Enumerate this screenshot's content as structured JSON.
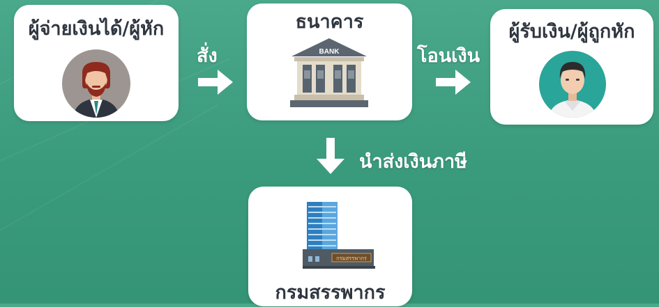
{
  "payer": {
    "title": "ผู้จ่ายเงินได้/ผู้หัก",
    "icon": "businessman-avatar-icon"
  },
  "bank": {
    "title": "ธนาคาร",
    "icon": "bank-building-icon",
    "sign": "BANK"
  },
  "payee": {
    "title": "ผู้รับเงิน/ผู้ถูกหัก",
    "icon": "man-avatar-icon"
  },
  "revenue": {
    "title": "กรมสรรพากร",
    "icon": "revenue-department-building-icon",
    "sign": "กรมสรรพากร"
  },
  "flows": {
    "order": "สั่ง",
    "transfer": "โอนเงิน",
    "remit_tax": "นำส่งเงินภาษี"
  },
  "colors": {
    "background": "#3f9f80",
    "card": "#ffffff",
    "text": "#2f3640"
  }
}
